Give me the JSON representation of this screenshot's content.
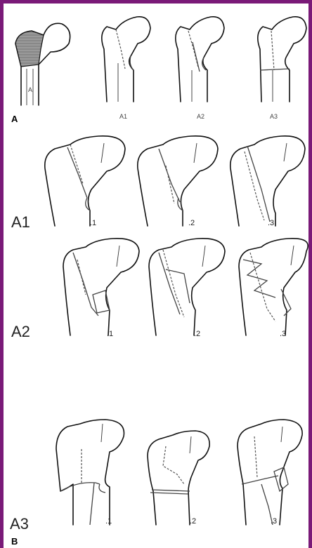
{
  "panel_a": {
    "letter": "A",
    "figures": [
      {
        "label": "A"
      },
      {
        "label": "A1"
      },
      {
        "label": "A2"
      },
      {
        "label": "A3"
      }
    ]
  },
  "panel_b": {
    "letter": "B",
    "groups": [
      {
        "label": "A1",
        "subtypes": [
          ".1",
          ".2",
          ".3"
        ]
      },
      {
        "label": "A2",
        "subtypes": [
          ".1",
          ".2",
          ".3"
        ]
      },
      {
        "label": "A3",
        "subtypes": [
          ".1",
          ".2",
          ".3"
        ]
      }
    ]
  },
  "colors": {
    "frame": "#7a1a78",
    "shading": "#9a9a9a"
  }
}
